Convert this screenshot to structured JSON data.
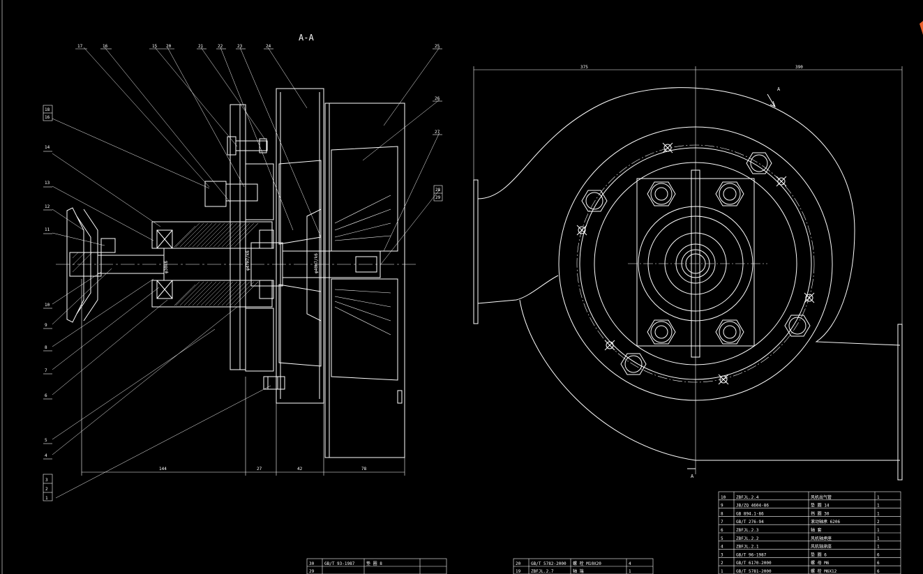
{
  "drawing": {
    "section_title": "A-A",
    "section_arrow_label": "A",
    "left_view": {
      "balloons_left": [
        "18",
        "16",
        "14",
        "13",
        "12",
        "11",
        "10",
        "9",
        "8",
        "7",
        "6",
        "5",
        "4",
        "3",
        "2",
        "1"
      ],
      "balloons_top": [
        "17",
        "16",
        "15",
        "20",
        "21",
        "22",
        "23",
        "24",
        "25"
      ],
      "balloons_right": [
        "26",
        "27",
        "28",
        "29"
      ],
      "dimensions": [
        "144",
        "27",
        "42",
        "78"
      ],
      "diameter_callouts": [
        "φ30k6",
        "φ47H7/k6",
        "φ40H7/k6"
      ]
    },
    "right_view": {
      "dimensions": [
        "375",
        "390"
      ]
    }
  },
  "parts_table_right": {
    "rows": [
      {
        "no": "10",
        "code": "ZBFJL.2.4",
        "name": "风机出气管",
        "qty": "1"
      },
      {
        "no": "9",
        "code": "JB/ZQ 4604-86",
        "name": "垫 圈 14",
        "qty": "1"
      },
      {
        "no": "8",
        "code": "GB 894.1-86",
        "name": "挡 圈 30",
        "qty": "1"
      },
      {
        "no": "7",
        "code": "GB/T 276-94",
        "name": "滚动轴承 6206",
        "qty": "2"
      },
      {
        "no": "6",
        "code": "ZBFJL.2.3",
        "name": "轴 套",
        "qty": "1"
      },
      {
        "no": "5",
        "code": "ZBFJL.2.2",
        "name": "风机轴承座",
        "qty": "1"
      },
      {
        "no": "4",
        "code": "ZBFJL.2.1",
        "name": "风机轴承座",
        "qty": "1"
      },
      {
        "no": "3",
        "code": "GB/T 96-1987",
        "name": "垫 圈 6",
        "qty": "6"
      },
      {
        "no": "2",
        "code": "GB/T 6170-2000",
        "name": "螺 母 M6",
        "qty": "6"
      },
      {
        "no": "1",
        "code": "GB/T 5781-2000",
        "name": "螺 栓 M6X12",
        "qty": "6"
      }
    ]
  },
  "parts_table_middle": {
    "rows": [
      {
        "no": "20",
        "code": "GB/T 5782-2000",
        "name": "螺 栓 M10X20",
        "qty": "4"
      },
      {
        "no": "19",
        "code": "ZBFJL.2.7",
        "name": "轴 端",
        "qty": "1"
      }
    ]
  },
  "parts_table_left": {
    "rows": [
      {
        "no": "30",
        "code": "GB/T 93-1987",
        "name": "垫 圈 8",
        "qty": ""
      },
      {
        "no": "29",
        "code": "",
        "name": "",
        "qty": ""
      }
    ]
  }
}
